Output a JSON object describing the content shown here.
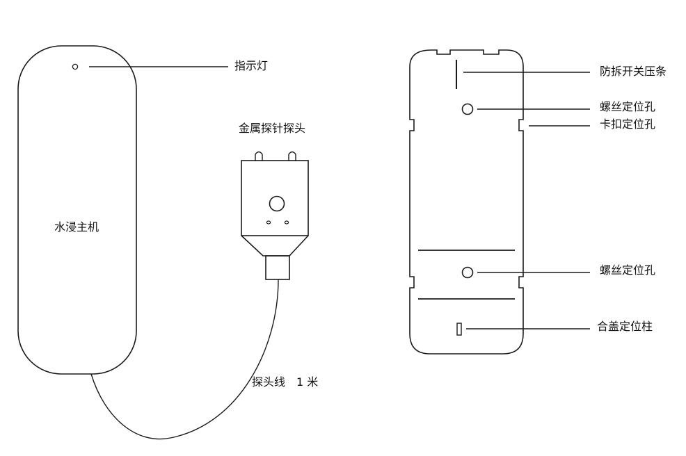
{
  "labels": {
    "indicator_light": "指示灯",
    "metal_probe_head": "金属探针探头",
    "main_unit": "水浸主机",
    "probe_cable": "探头线　1 米",
    "tamper_switch_strip": "防拆开关压条",
    "screw_hole_top": "螺丝定位孔",
    "snap_hole": "卡扣定位孔",
    "screw_hole_bottom": "螺丝定位孔",
    "cover_pin": "合盖定位柱"
  },
  "colors": {
    "line": "#1a1a1a",
    "background": "#ffffff",
    "text": "#111111"
  }
}
